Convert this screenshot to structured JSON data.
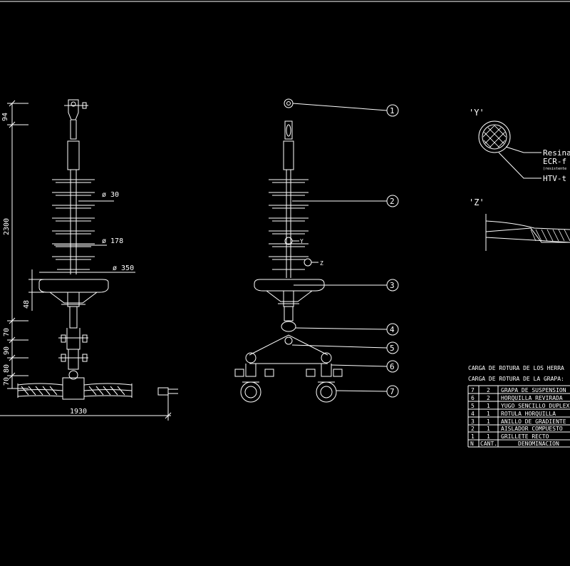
{
  "dimensions": {
    "d94": "94",
    "d2300": "2300",
    "d48": "48",
    "d70a": "70",
    "d90": "90",
    "d80": "80",
    "d70b": "70",
    "d1930": "1930"
  },
  "diameters": {
    "phi30": "ø 30",
    "phi178": "ø 178",
    "phi350": "ø 350"
  },
  "balloons": [
    "1",
    "2",
    "3",
    "4",
    "5",
    "6",
    "7"
  ],
  "section_marks": {
    "y": "Y",
    "z": "Z"
  },
  "details": {
    "y_title": "'Y'",
    "z_title": "'Z'",
    "y_labels": [
      "Resina",
      "ECR-f",
      "(resistente",
      "HTV-t"
    ]
  },
  "table": {
    "title1": "CARGA DE ROTURA DE LOS HERRA",
    "title2": "CARGA DE ROTURA DE LA GRAPA:",
    "rows": [
      {
        "n": "7",
        "cant": "2",
        "denom": "GRAPA DE SUSPENSION"
      },
      {
        "n": "6",
        "cant": "2",
        "denom": "HORQUILLA REVIRADA"
      },
      {
        "n": "5",
        "cant": "1",
        "denom": "YUGO SENCILLO DUPLEX"
      },
      {
        "n": "4",
        "cant": "1",
        "denom": "ROTULA HORQUILLA"
      },
      {
        "n": "3",
        "cant": "1",
        "denom": "ANILLO DE GRADIENTE"
      },
      {
        "n": "2",
        "cant": "1",
        "denom": "AISLADOR COMPUESTO"
      },
      {
        "n": "1",
        "cant": "1",
        "denom": "GRILLETE RECTO"
      }
    ],
    "header": {
      "n": "N",
      "cant": "CANT.",
      "denom": "DENOMINACION"
    }
  },
  "colors": {
    "background": "#000000",
    "lines": "#ffffff",
    "dim": "#d0d0d0"
  }
}
